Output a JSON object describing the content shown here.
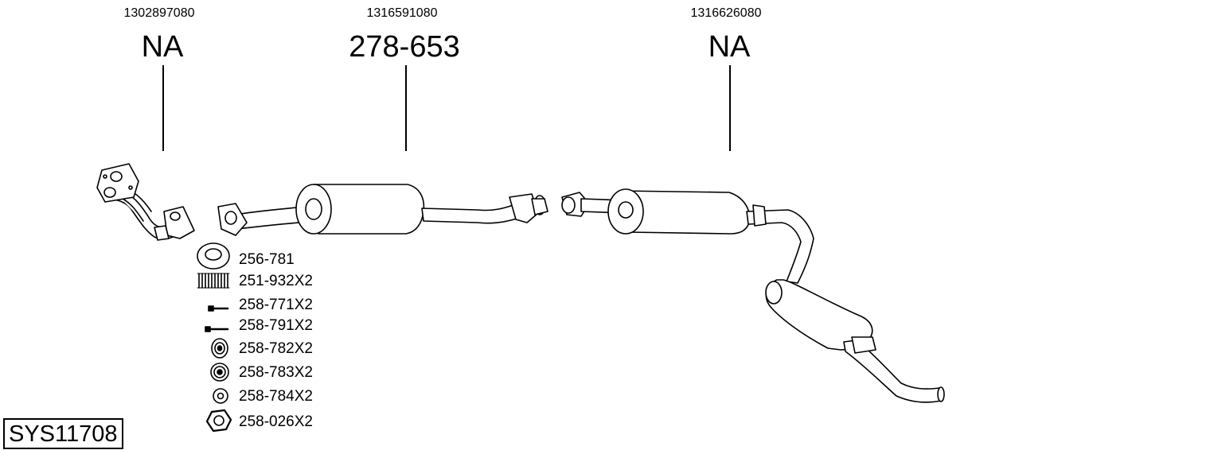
{
  "parts": [
    {
      "oem": "1302897080",
      "code": "NA"
    },
    {
      "oem": "1316591080",
      "code": "278-653"
    },
    {
      "oem": "1316626080",
      "code": "NA"
    }
  ],
  "accessories": [
    {
      "code": "256-781",
      "icon": "gasket-ring-icon"
    },
    {
      "code": "251-932X2",
      "icon": "spring-icon"
    },
    {
      "code": "258-771X2",
      "icon": "bolt-icon"
    },
    {
      "code": "258-791X2",
      "icon": "long-bolt-icon"
    },
    {
      "code": "258-782X2",
      "icon": "rubber-mount-icon"
    },
    {
      "code": "258-783X2",
      "icon": "rubber-ring-icon"
    },
    {
      "code": "258-784X2",
      "icon": "washer-icon"
    },
    {
      "code": "258-026X2",
      "icon": "hex-nut-icon"
    }
  ],
  "system_id": "SYS11708"
}
